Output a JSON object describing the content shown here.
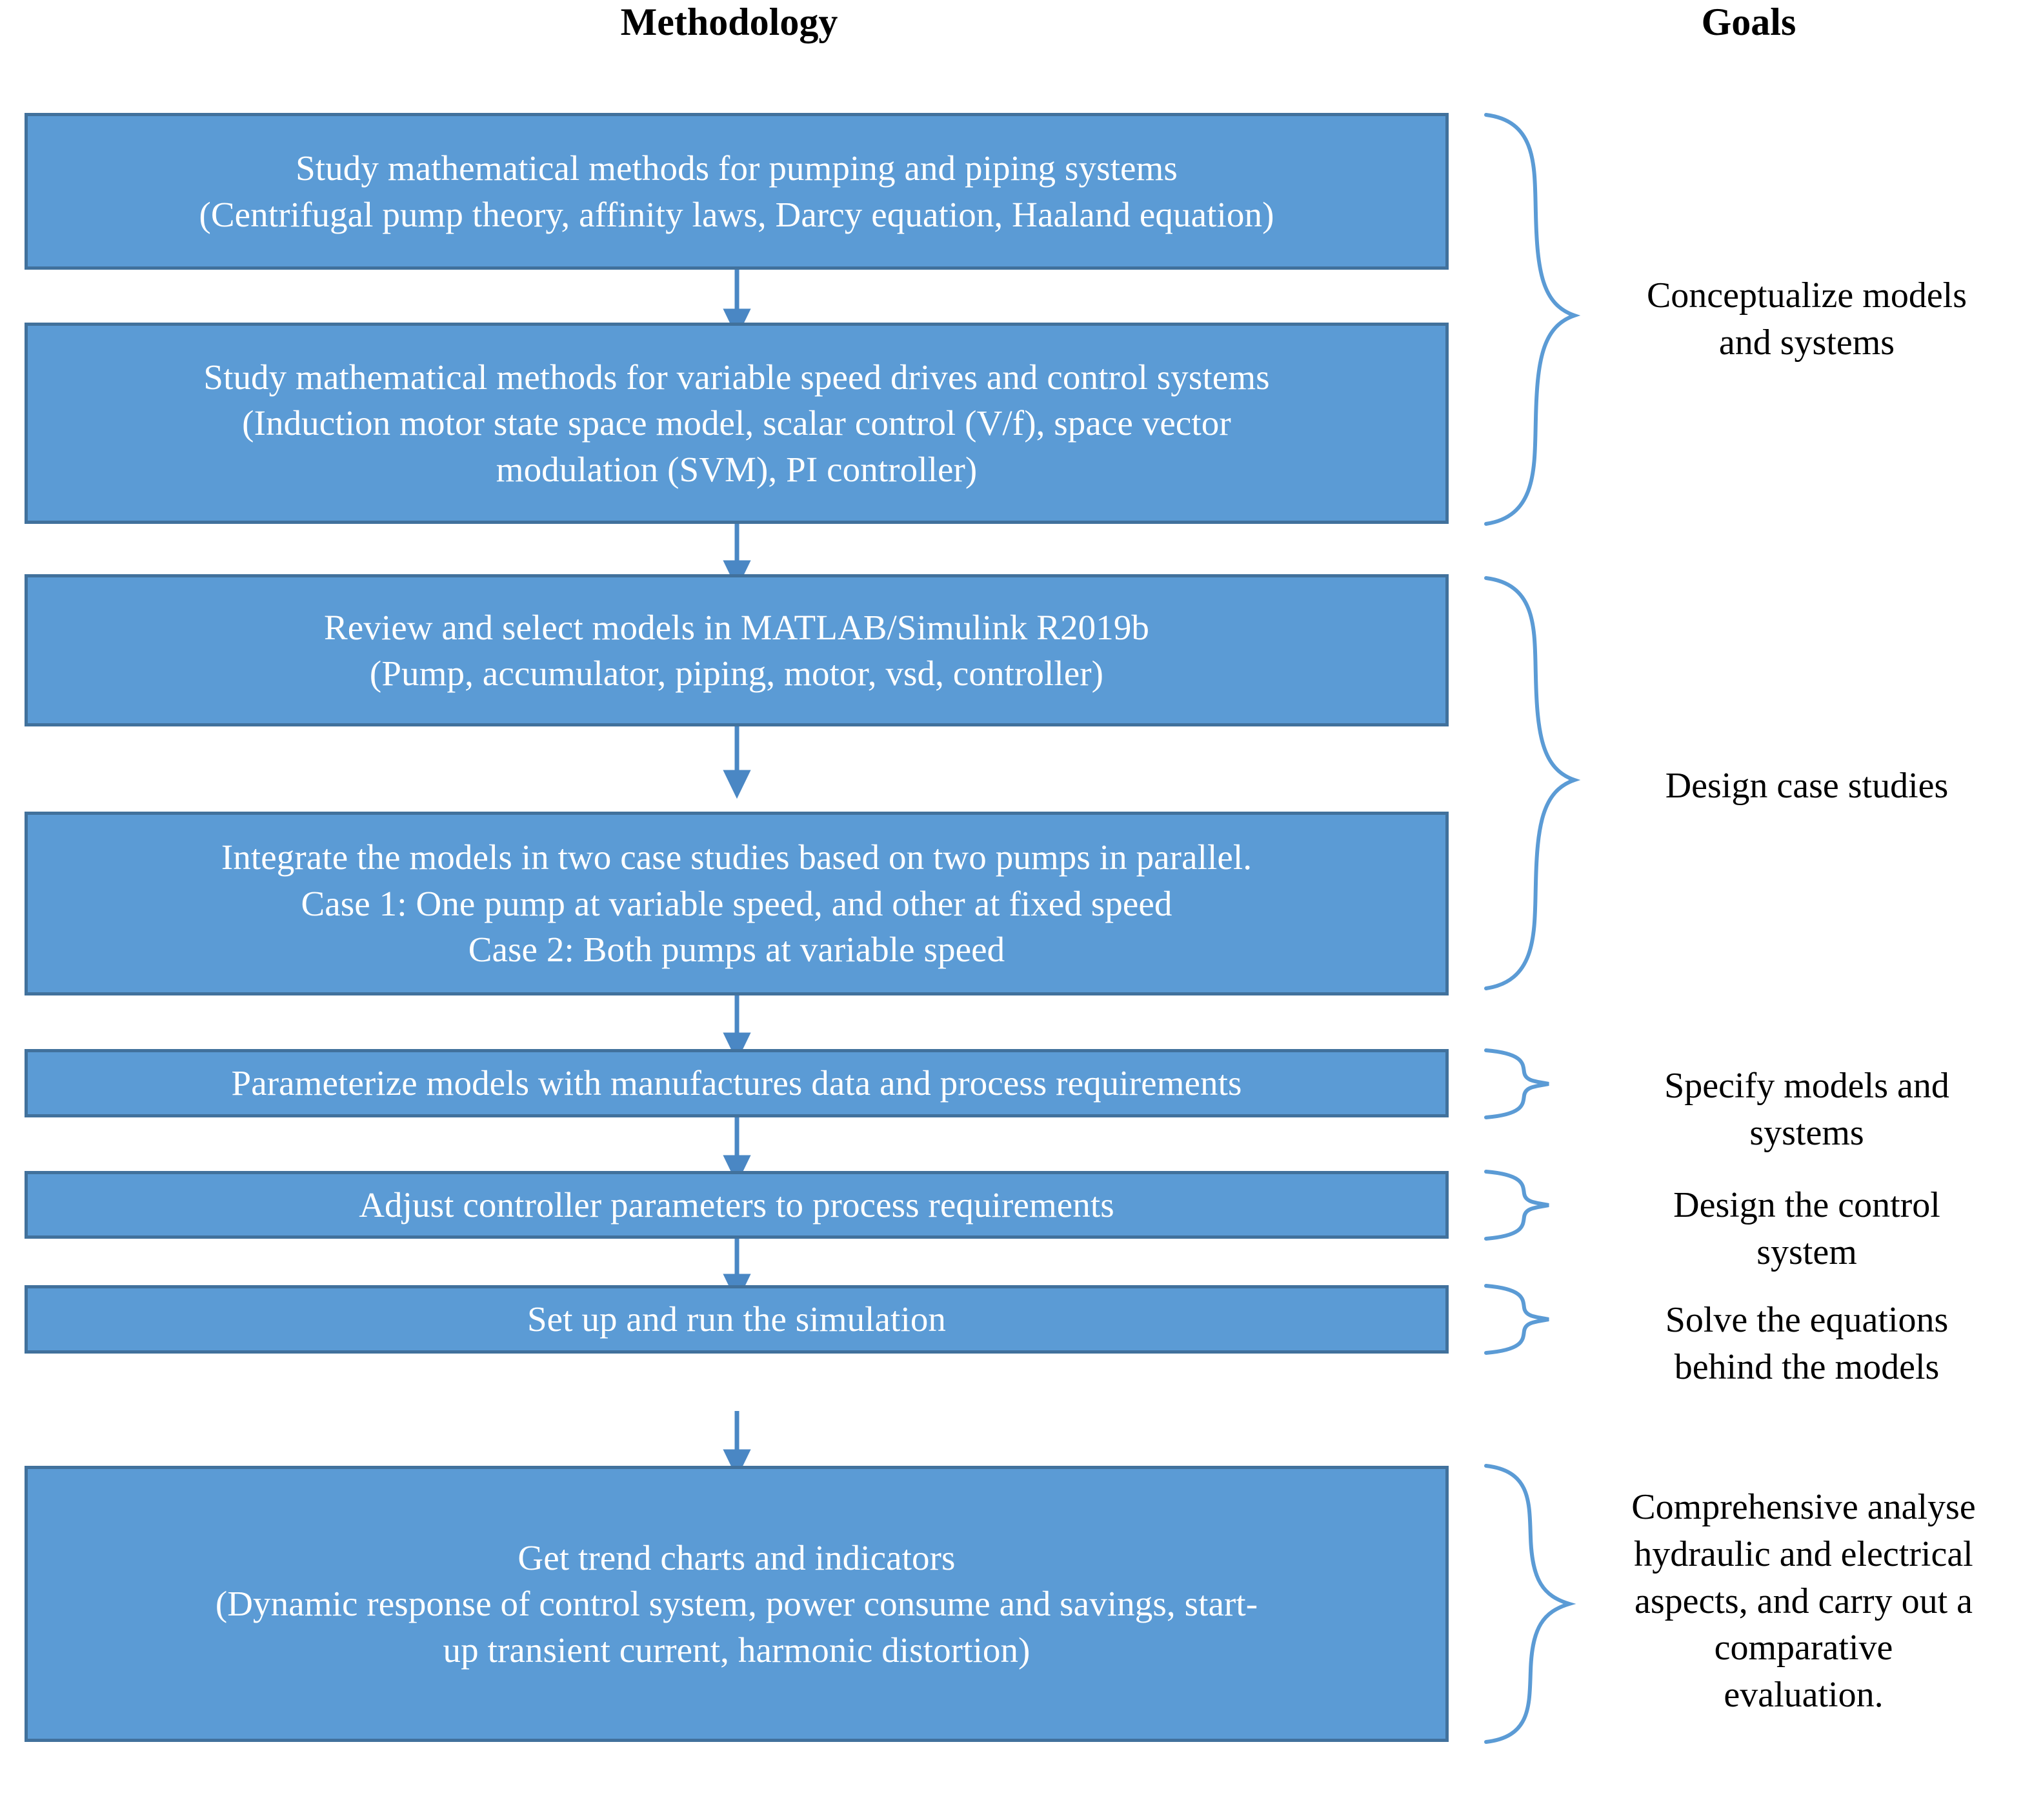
{
  "page": {
    "background": "#ffffff",
    "box_fill": "#5B9BD5",
    "box_border": "#41719C",
    "box_text_color": "#FFFFFF",
    "arrow_color": "#4A87C4",
    "brace_color": "#5B9BD5"
  },
  "headers": {
    "methodology": "Methodology",
    "goals": "Goals"
  },
  "steps": [
    {
      "id": "study-pumping-piping",
      "lines": [
        "Study mathematical methods for pumping and piping systems",
        "(Centrifugal pump theory, affinity laws, Darcy equation, Haaland equation)"
      ]
    },
    {
      "id": "study-vsd-control",
      "lines": [
        "Study mathematical methods for variable speed drives and control systems",
        "(Induction motor state space model, scalar control (V/f), space vector",
        "modulation (SVM), PI controller)"
      ]
    },
    {
      "id": "review-select-models",
      "lines": [
        "Review and select models in MATLAB/Simulink R2019b",
        "(Pump, accumulator, piping, motor, vsd, controller)"
      ]
    },
    {
      "id": "integrate-case-studies",
      "lines": [
        "Integrate the models in two case studies based on two pumps in parallel.",
        "Case 1: One pump at variable speed, and other at fixed speed",
        "Case 2: Both pumps at variable speed"
      ]
    },
    {
      "id": "parameterize-models",
      "lines": [
        "Parameterize models with manufactures data and process requirements"
      ]
    },
    {
      "id": "adjust-controller",
      "lines": [
        "Adjust controller parameters to process requirements"
      ]
    },
    {
      "id": "run-simulation",
      "lines": [
        "Set up and run the simulation"
      ]
    },
    {
      "id": "get-trend-charts",
      "lines": [
        "Get trend charts and indicators",
        "(Dynamic response of control system, power consume and savings, start-",
        "up transient current, harmonic distortion)"
      ]
    }
  ],
  "goals": [
    {
      "id": "conceptualize",
      "lines": [
        "Conceptualize models",
        "and systems"
      ]
    },
    {
      "id": "design-case-studies",
      "lines": [
        "Design case studies"
      ]
    },
    {
      "id": "specify-models",
      "lines": [
        "Specify models and",
        "systems"
      ]
    },
    {
      "id": "design-control-system",
      "lines": [
        "Design the control",
        "system"
      ]
    },
    {
      "id": "solve-equations",
      "lines": [
        "Solve the equations",
        "behind the models"
      ]
    },
    {
      "id": "comprehensive-analyse",
      "lines": [
        "Comprehensive analyse",
        "hydraulic and electrical",
        "aspects, and carry out a",
        "comparative",
        "evaluation."
      ]
    }
  ]
}
